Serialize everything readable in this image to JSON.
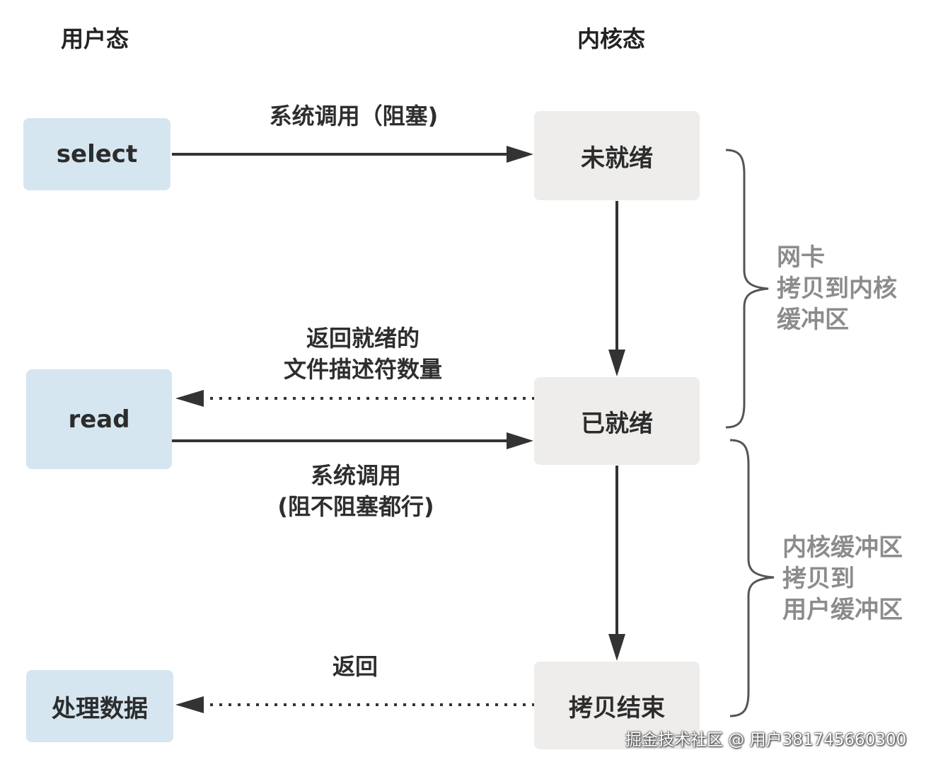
{
  "columns": {
    "user_mode": "用户态",
    "kernel_mode": "内核态"
  },
  "user_boxes": {
    "select": "select",
    "read": "read",
    "process": "处理数据"
  },
  "kernel_boxes": {
    "not_ready": "未就绪",
    "ready": "已就绪",
    "copy_done": "拷贝结束"
  },
  "arrow_labels": {
    "syscall_blocking": "系统调用（阻塞)",
    "return_ready_line1": "返回就绪的",
    "return_ready_line2": "文件描述符数量",
    "syscall_line1": "系统调用",
    "syscall_line2": "(阻不阻塞都行)",
    "return": "返回"
  },
  "brace_labels": {
    "nic_line1": "网卡",
    "nic_line2": "拷贝到内核",
    "nic_line3": "缓冲区",
    "kernel_line1": "内核缓冲区",
    "kernel_line2": "拷贝到",
    "kernel_line3": "用户缓冲区"
  },
  "watermark": "掘金技术社区 @ 用户381745660300",
  "colors": {
    "user_box": "#d5e6f0",
    "kernel_box": "#eeedeb",
    "arrow": "#333333",
    "brace": "#555555",
    "brace_text": "#8c8c8c"
  }
}
